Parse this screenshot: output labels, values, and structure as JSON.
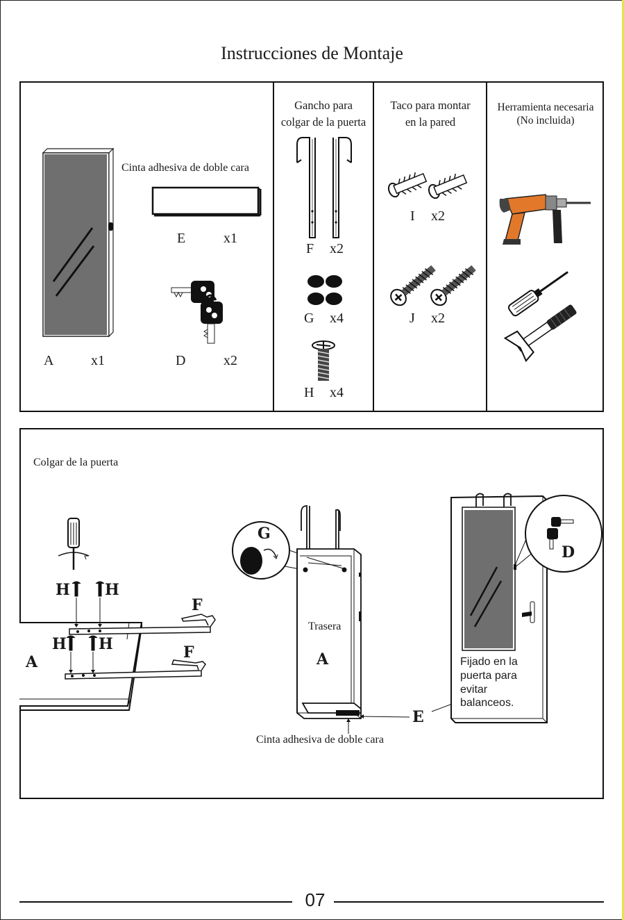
{
  "title": "Instrucciones de Montaje",
  "parts": {
    "mirror": {
      "letter": "A",
      "qty": "x1"
    },
    "tape_label": "Cinta adhesiva de doble cara",
    "tape": {
      "letter": "E",
      "qty": "x1"
    },
    "key": {
      "letter": "D",
      "qty": "x2"
    },
    "hook_header": [
      "Gancho para",
      "colgar de la puerta"
    ],
    "hook": {
      "letter": "F",
      "qty": "x2"
    },
    "pad": {
      "letter": "G",
      "qty": "x4"
    },
    "screw": {
      "letter": "H",
      "qty": "x4"
    },
    "anchor_header": [
      "Taco para montar",
      "en la pared"
    ],
    "anchor": {
      "letter": "I",
      "qty": "x2"
    },
    "wall_screw": {
      "letter": "J",
      "qty": "x2"
    },
    "tools_header": [
      "Herramienta necesaria",
      "(No incluida)"
    ]
  },
  "step": {
    "title": "Colgar de la puerta",
    "callouts": {
      "H": "H",
      "F": "F",
      "A": "A",
      "G": "G",
      "D": "D",
      "E": "E"
    },
    "back_label": "Trasera",
    "tape_caption": "Cinta adhesiva de doble cara",
    "note": [
      "Fijado en la",
      "puerta para",
      "evitar",
      "balanceos."
    ]
  },
  "page_number": "07",
  "colors": {
    "mirror": "#6f6f6f",
    "drill_orange": "#e2782a",
    "border": "#111111"
  },
  "icons": [
    "mirror-icon",
    "tape-icon",
    "key-icon",
    "hook-icon",
    "pad-icon",
    "screw-icon",
    "anchor-icon",
    "wall-screw-icon",
    "drill-icon",
    "screwdriver-icon",
    "hammer-icon"
  ]
}
